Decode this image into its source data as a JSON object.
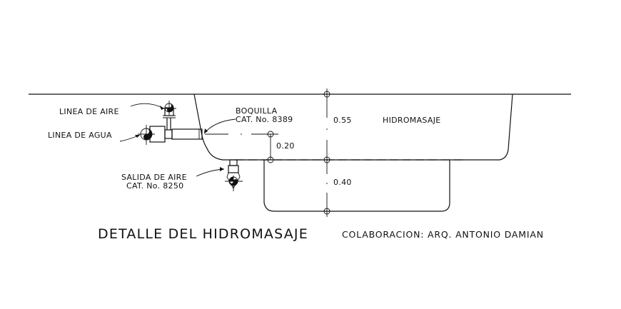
{
  "drawing": {
    "title": "DETALLE DEL HIDROMASAJE",
    "credit": "COLABORACION: ARQ. ANTONIO DAMIAN",
    "tub_label": "HIDROMASAJE",
    "labels": {
      "air_line": "LINEA DE AIRE",
      "water_line": "LINEA DE AGUA",
      "nozzle_name": "BOQUILLA",
      "nozzle_cat": "CAT. No. 8389",
      "air_outlet_name": "SALIDA DE AIRE",
      "air_outlet_cat": "CAT. No. 8250"
    },
    "dimensions": {
      "upper_depth": "0.55",
      "nozzle_height": "0.20",
      "lower_depth": "0.40"
    },
    "colors": {
      "background": "#ffffff",
      "linework": "#111111"
    }
  }
}
